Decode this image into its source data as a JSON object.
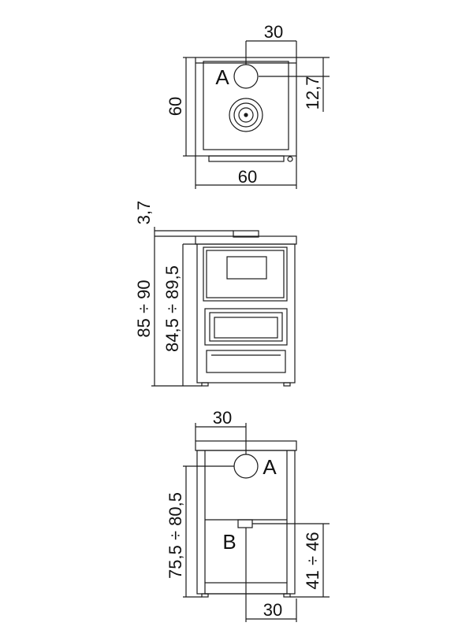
{
  "colors": {
    "line": "#1a1a1a",
    "background": "#ffffff"
  },
  "top_view": {
    "width_top": "30",
    "depth_left": "60",
    "offset_right": "12,7",
    "width_bottom": "60",
    "flue_label": "A"
  },
  "front_view": {
    "top_gap": "3,7",
    "height_total": "85 ÷ 90",
    "height_body": "84,5 ÷ 89,5"
  },
  "rear_view": {
    "width_top": "30",
    "height_flue": "75,5 ÷ 80,5",
    "height_inlet": "41 ÷ 46",
    "width_bottom": "30",
    "flue_label": "A",
    "inlet_label": "B"
  }
}
